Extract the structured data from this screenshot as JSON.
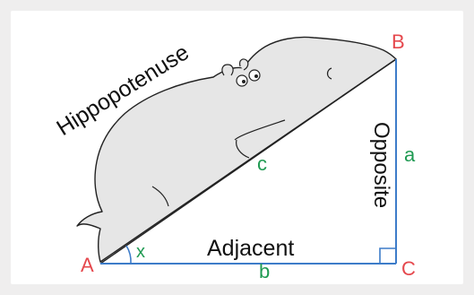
{
  "colors": {
    "background": "#efeeee",
    "panel": "#ffffff",
    "triangle_line": "#3d7cc9",
    "vertex_label": "#e5484d",
    "side_letter": "#1f9a52",
    "hippo_fill": "#e6e6e6",
    "outline": "#222222"
  },
  "labels": {
    "hypotenuse_word": "Hippopotenuse",
    "opposite_word": "Opposite",
    "adjacent_word": "Adjacent",
    "vertex_a": "A",
    "vertex_b": "B",
    "vertex_c": "C",
    "side_a": "a",
    "side_b": "b",
    "side_c": "c",
    "angle_x": "x"
  },
  "figure": {
    "subject": "hippo-icon",
    "right_angle_marker": "right-angle-marker-icon",
    "angle_arc": "angle-arc-icon"
  }
}
